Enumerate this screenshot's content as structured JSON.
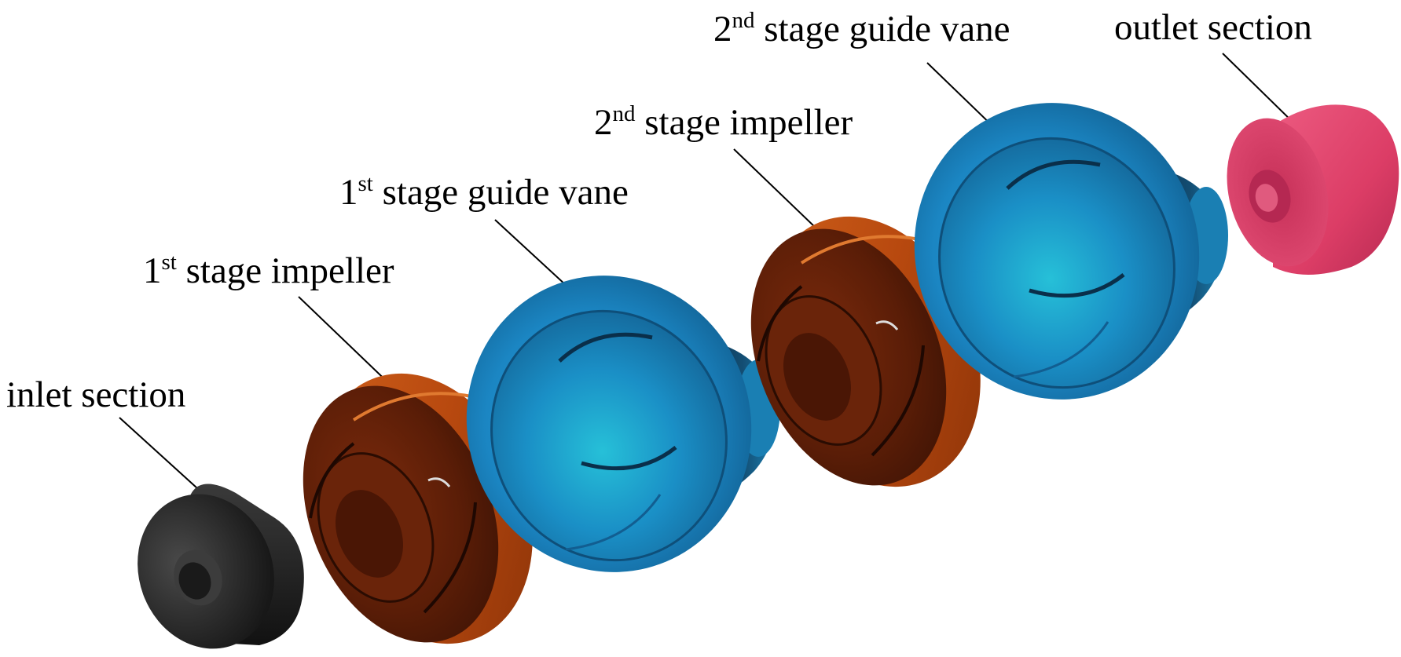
{
  "labels": {
    "inlet": {
      "text": "inlet section"
    },
    "imp1": {
      "num": "1",
      "sup": "st",
      "text": " stage impeller"
    },
    "gv1": {
      "num": "1",
      "sup": "st",
      "text": " stage guide vane"
    },
    "imp2": {
      "num": "2",
      "sup": "nd",
      "text": " stage impeller"
    },
    "gv2": {
      "num": "2",
      "sup": "nd",
      "text": " stage guide vane"
    },
    "outlet": {
      "text": "outlet section"
    }
  },
  "colors": {
    "inlet": "#2b2b2b",
    "impeller": "#b4450f",
    "impeller_dark": "#5a1e08",
    "guide_vane": "#1c86c4",
    "guide_vane_dark": "#0e4f7a",
    "outlet": "#e0406a",
    "leader": "#000000"
  }
}
